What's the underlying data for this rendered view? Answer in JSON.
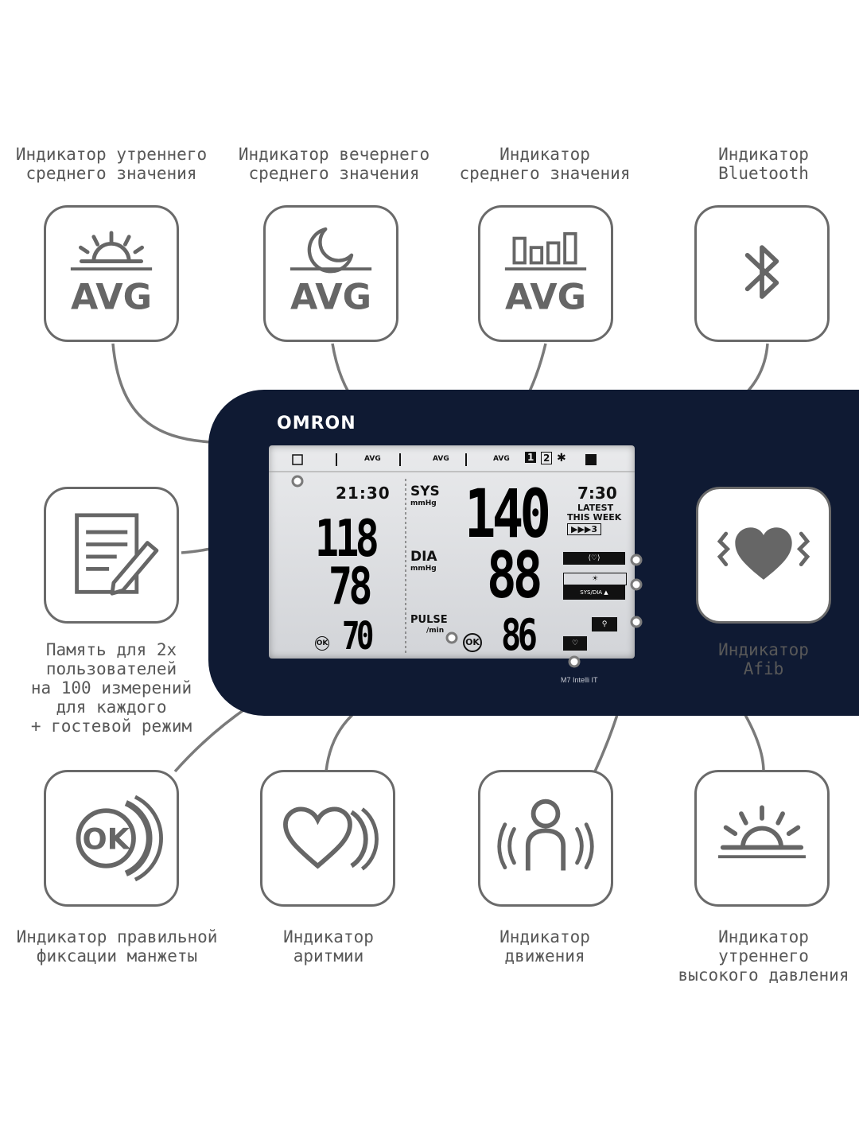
{
  "captions": {
    "morning_avg": "Индикатор утреннего\nсреднего значения",
    "evening_avg": "Индикатор вечернего\nсреднего значения",
    "avg": "Индикатор\nсреднего значения",
    "bluetooth": "Индикатор\nBluetooth",
    "memory": "Память для 2х\nпользователей\nна 100 измерений\nдля каждого\n+ гостевой режим",
    "afib": "Индикатор\nAfib",
    "cuff": "Индикатор правильной\nфиксации манжеты",
    "arrhythmia": "Индикатор\nаритмии",
    "motion": "Индикатор\nдвижения",
    "morning_high": "Индикатор\nутреннего\nвысокого давления"
  },
  "icons": {
    "avg_label": "AVG",
    "ok_label": "OK"
  },
  "device": {
    "brand": "OMRON",
    "model": "M7 Intelli IT",
    "top_bar": {
      "avg1": "AVG",
      "avg2": "AVG",
      "avg3": "AVG",
      "user1": "1",
      "user2": "2"
    },
    "left_time": "21:30",
    "mem_sys": "118",
    "mem_dia": "78",
    "mem_pulse": "70",
    "sys_label": "SYS",
    "dia_label": "DIA",
    "unit": "mmHg",
    "pulse_label": "PULSE",
    "pulse_unit": "/min",
    "ok": "OK",
    "sys_value": "140",
    "dia_value": "88",
    "pulse_value": "86",
    "right_time": "7:30",
    "latest": "LATEST",
    "this_week": "THIS WEEK",
    "week_counter": "▶▶▶3",
    "sys_chip": "SYS",
    "dia_chip": "DIA"
  }
}
